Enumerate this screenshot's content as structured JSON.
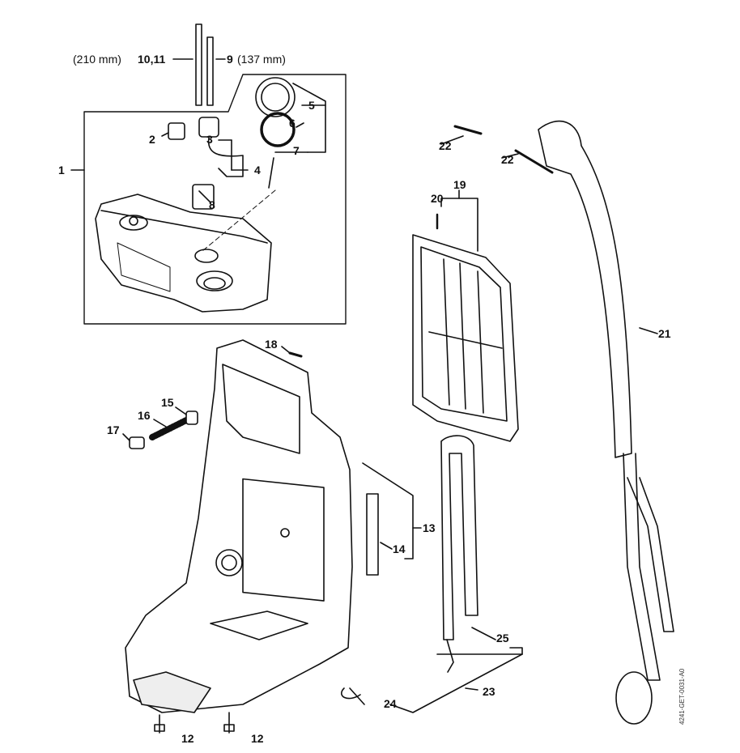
{
  "tube_annotation": {
    "len_a": "(210 mm)",
    "parts_a": "10,11",
    "parts_b": "9",
    "len_b": "(137 mm)"
  },
  "callouts": [
    "1",
    "2",
    "3",
    "4",
    "5",
    "6",
    "7",
    "8",
    "12",
    "12",
    "13",
    "14",
    "15",
    "16",
    "17",
    "18",
    "19",
    "20",
    "21",
    "22",
    "22",
    "23",
    "24",
    "25"
  ],
  "drawing_code": "4241-GET-0031-A0"
}
